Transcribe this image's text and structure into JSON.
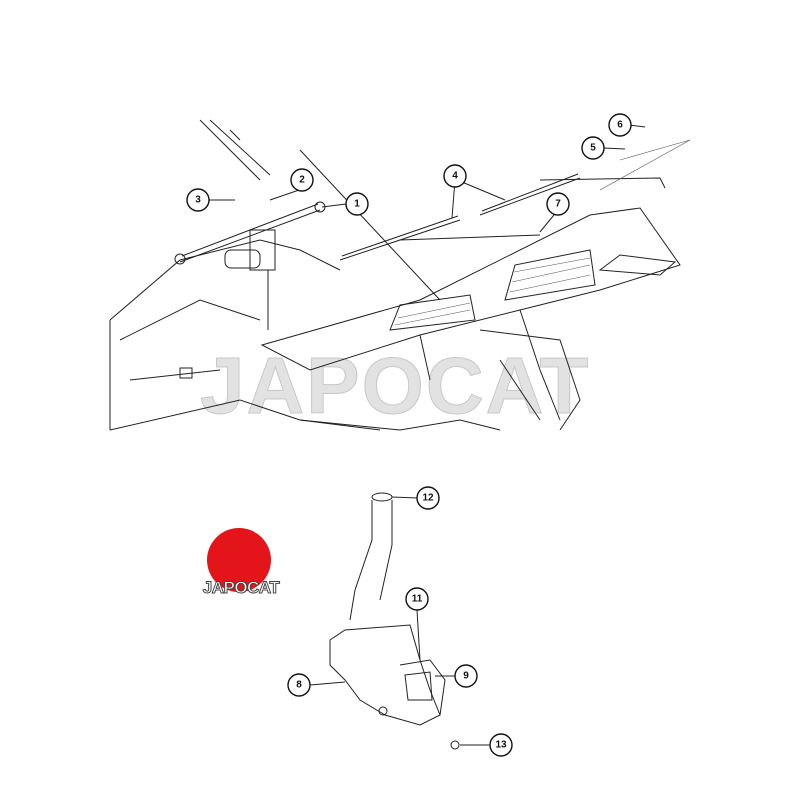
{
  "watermark": "JAPOCAT",
  "logo": {
    "text": "JAPOCAT",
    "color": "#e4141b"
  },
  "callouts": [
    "1",
    "2",
    "3",
    "4",
    "5",
    "6",
    "7",
    "8",
    "9",
    "11",
    "12",
    "13"
  ]
}
